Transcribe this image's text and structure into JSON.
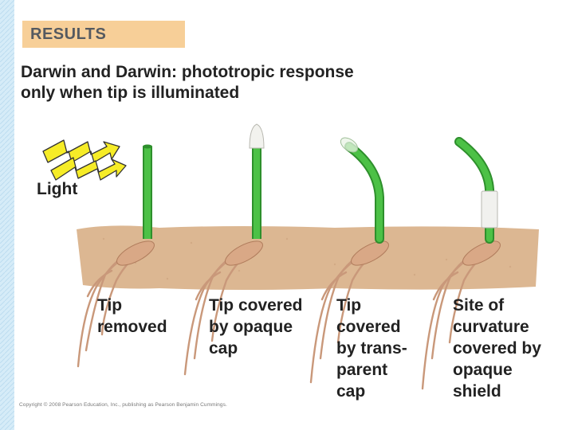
{
  "banner": {
    "title": "RESULTS"
  },
  "headline": {
    "line1": "Darwin and Darwin: phototropic response",
    "line2": "only when tip is illuminated"
  },
  "light": {
    "label": "Light"
  },
  "panels": [
    {
      "lines": [
        "Tip",
        "removed"
      ]
    },
    {
      "lines": [
        "Tip covered",
        "by opaque",
        "cap"
      ]
    },
    {
      "lines": [
        "Tip",
        "covered",
        "by trans-",
        "parent",
        "cap"
      ]
    },
    {
      "lines": [
        "Site of",
        "curvature",
        "covered by",
        "opaque",
        "shield"
      ]
    }
  ],
  "copyright": "Copyright © 2008 Pearson Education, Inc., publishing as Pearson Benjamin Cummings.",
  "colors": {
    "banner_fill": "#f7cf98",
    "side_strip": "#cfe8f6",
    "soil": "#dcb792",
    "shoot_green": "#3fae3a",
    "root_tan": "#c9987a",
    "light_yellow": "#f6ec27"
  }
}
